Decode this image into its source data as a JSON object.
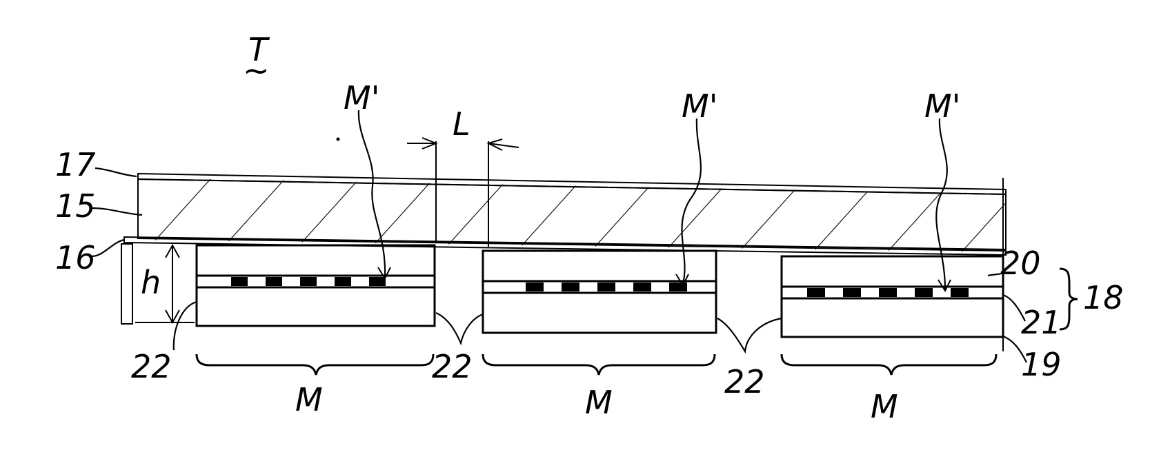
{
  "figure": {
    "refs": {
      "T": "T",
      "tilde": "~",
      "M_prime_1": "M'",
      "M_prime_2": "M'",
      "M_prime_3": "M'",
      "L": "L",
      "n17": "17",
      "n15": "15",
      "n16": "16",
      "h": "h",
      "n20": "20",
      "n18": "18",
      "n21": "21",
      "n19": "19",
      "n22_1": "22",
      "n22_2": "22",
      "n22_3": "22",
      "M_1": "M",
      "M_2": "M",
      "M_3": "M"
    }
  }
}
